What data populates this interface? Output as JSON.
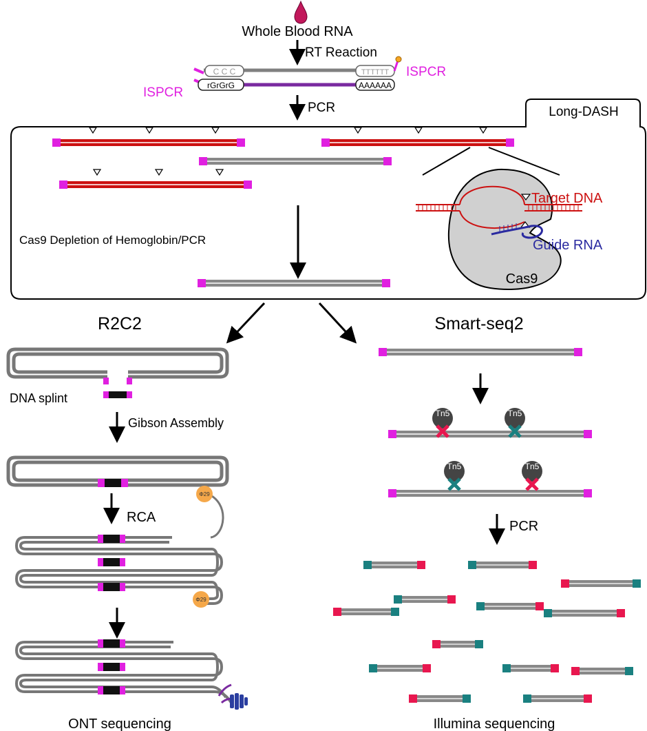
{
  "top": {
    "sample_label": "Whole Blood RNA",
    "rt_label": "RT Reaction",
    "ispcr_label_right": "ISPCR",
    "ispcr_label_left": "ISPCR",
    "oligo_c": "C C C",
    "oligo_t": "TTTTTT",
    "oligo_g": "rGrGrG",
    "oligo_a": "AAAAAA",
    "pcr_label": "PCR"
  },
  "long_dash": {
    "tab_label": "Long-DASH",
    "depletion_label": "Cas9 Depletion of Hemoglobin/PCR",
    "target_label": "Target DNA",
    "guide_label": "Guide RNA",
    "cas9_label": "Cas9"
  },
  "r2c2": {
    "title": "R2C2",
    "splint_label": "DNA splint",
    "gibson_label": "Gibson Assembly",
    "rca_label": "RCA",
    "phi_label": "Φ29",
    "ont_label": "ONT sequencing"
  },
  "smartseq": {
    "title": "Smart-seq2",
    "tn5_label": "Tn5",
    "pcr_label": "PCR",
    "illumina_label": "Illumina sequencing"
  },
  "colors": {
    "magenta": "#e020e0",
    "red_dna": "#cc1111",
    "gray_dna": "#888888",
    "purple": "#7a2aa0",
    "blue": "#2a2aa0",
    "teal": "#1a8080",
    "pink": "#e8174f",
    "phi_orange": "#f5a84a"
  }
}
